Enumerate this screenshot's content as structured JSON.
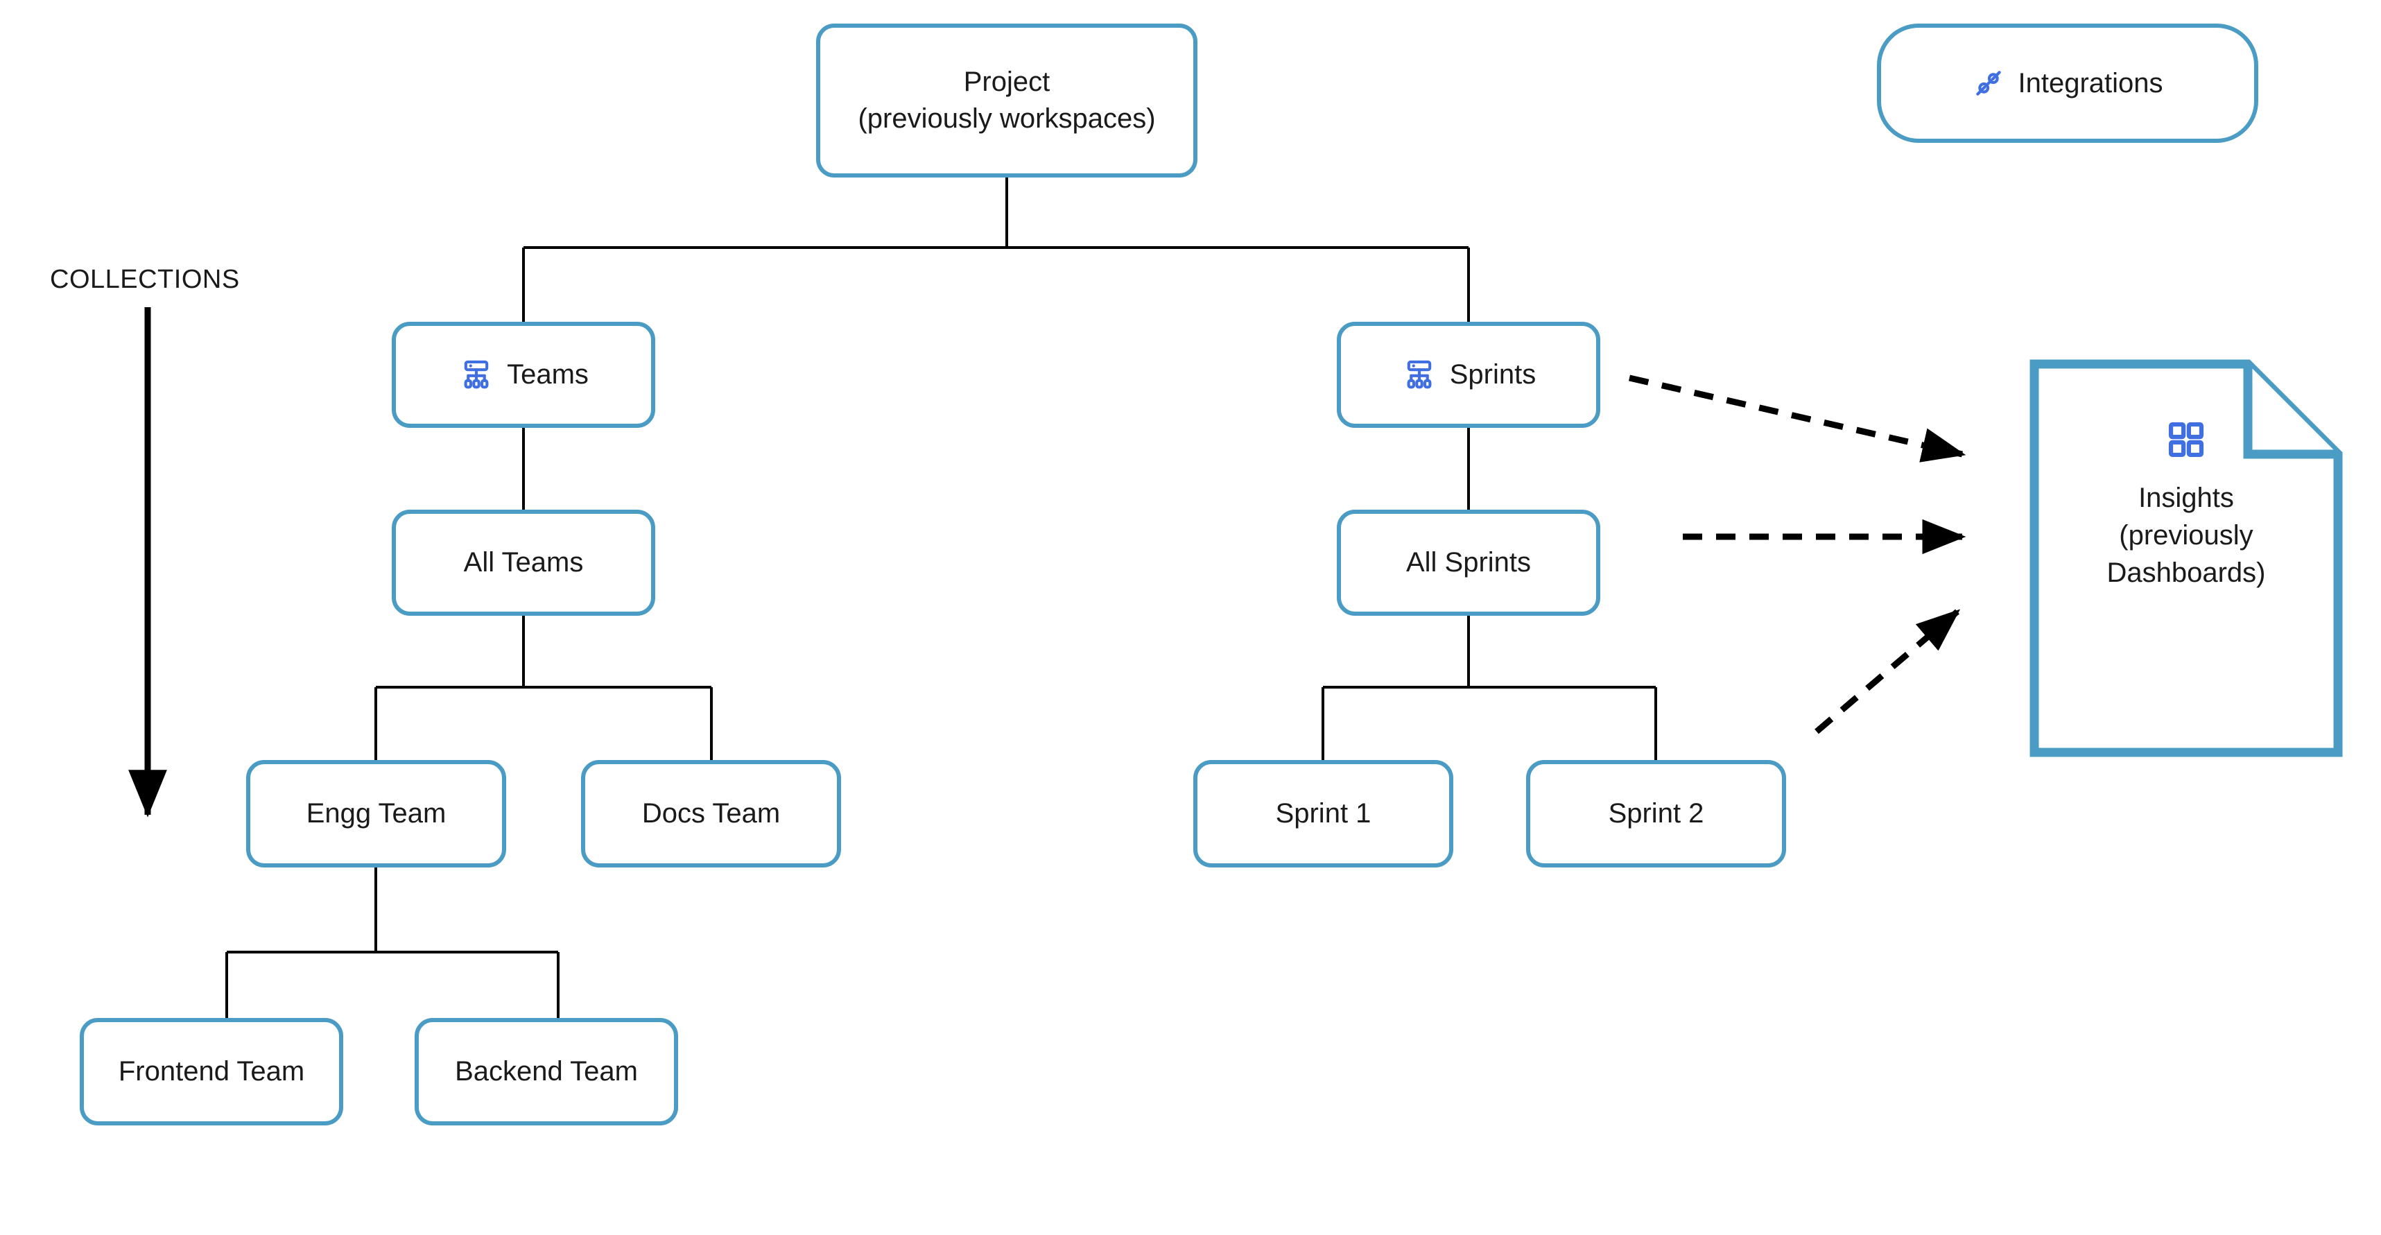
{
  "diagram": {
    "type": "hierarchy-tree",
    "title_label": "COLLECTIONS",
    "accent_color": "#4a9cc4",
    "icon_color": "#3f6fe0",
    "edge_color": "#000000",
    "background": "#ffffff"
  },
  "nodes": {
    "project": {
      "label": "Project\n(previously workspaces)",
      "shape": "rounded-rect"
    },
    "integrations": {
      "label": "Integrations",
      "icon": "plug-connector-icon",
      "shape": "pill"
    },
    "teams": {
      "label": "Teams",
      "icon": "hierarchy-icon",
      "shape": "rounded-rect"
    },
    "sprints": {
      "label": "Sprints",
      "icon": "hierarchy-icon",
      "shape": "rounded-rect"
    },
    "all_teams": {
      "label": "All Teams",
      "shape": "rounded-rect"
    },
    "all_sprints": {
      "label": "All Sprints",
      "shape": "rounded-rect"
    },
    "engg_team": {
      "label": "Engg Team",
      "shape": "rounded-rect"
    },
    "docs_team": {
      "label": "Docs Team",
      "shape": "rounded-rect"
    },
    "sprint_1": {
      "label": "Sprint 1",
      "shape": "rounded-rect"
    },
    "sprint_2": {
      "label": "Sprint 2",
      "shape": "rounded-rect"
    },
    "frontend_team": {
      "label": "Frontend Team",
      "shape": "rounded-rect"
    },
    "backend_team": {
      "label": "Backend Team",
      "shape": "rounded-rect"
    },
    "insights": {
      "label": "Insights\n(previously\nDashboards)",
      "icon": "dashboard-grid-icon",
      "shape": "document-folded-corner"
    }
  },
  "edges": [
    {
      "from": "project",
      "to": "teams",
      "style": "solid"
    },
    {
      "from": "project",
      "to": "sprints",
      "style": "solid"
    },
    {
      "from": "teams",
      "to": "all_teams",
      "style": "solid"
    },
    {
      "from": "all_teams",
      "to": "engg_team",
      "style": "solid"
    },
    {
      "from": "all_teams",
      "to": "docs_team",
      "style": "solid"
    },
    {
      "from": "engg_team",
      "to": "frontend_team",
      "style": "solid"
    },
    {
      "from": "engg_team",
      "to": "backend_team",
      "style": "solid"
    },
    {
      "from": "sprints",
      "to": "all_sprints",
      "style": "solid"
    },
    {
      "from": "all_sprints",
      "to": "sprint_1",
      "style": "solid"
    },
    {
      "from": "all_sprints",
      "to": "sprint_2",
      "style": "solid"
    },
    {
      "from": "sprints",
      "to": "insights",
      "style": "dashed-arrow"
    },
    {
      "from": "all_sprints",
      "to": "insights",
      "style": "dashed-arrow"
    },
    {
      "from": "sprint_2",
      "to": "insights",
      "style": "dashed-arrow"
    }
  ],
  "annotations": {
    "collections_arrow": {
      "direction": "down",
      "label": "COLLECTIONS"
    }
  }
}
